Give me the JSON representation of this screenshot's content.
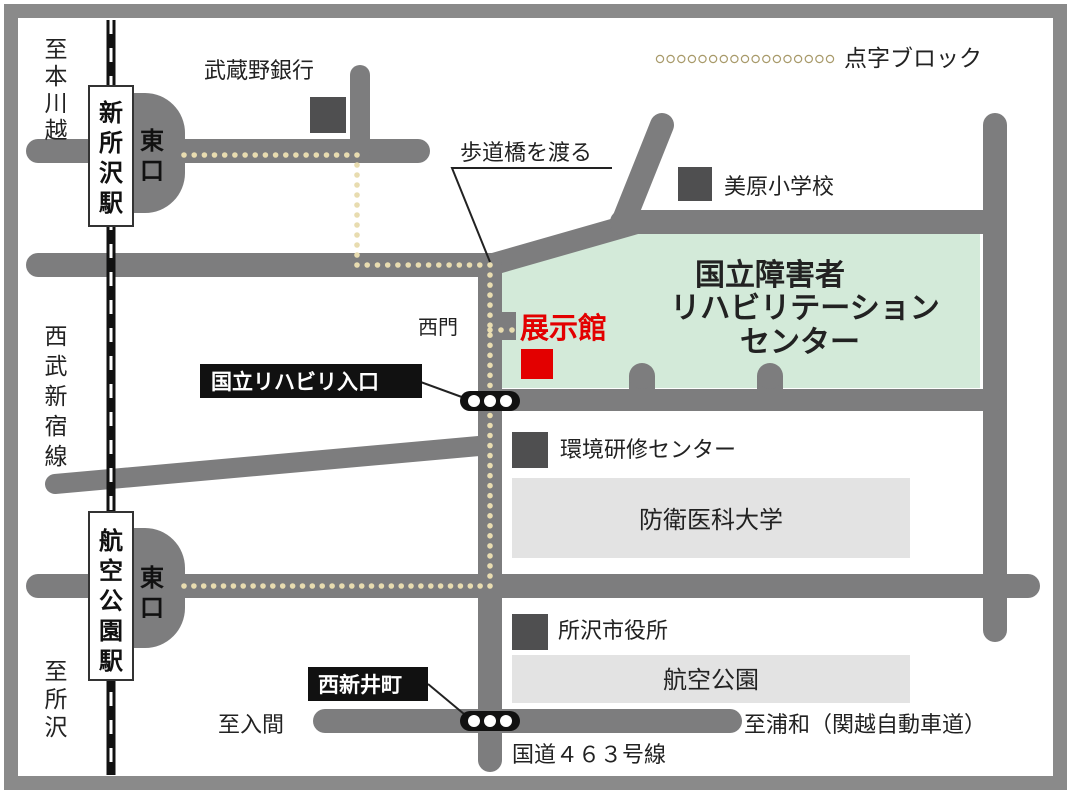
{
  "colors": {
    "frame": "#8a8a8a",
    "road": "#7d7d7e",
    "center_fill": "#d3ead9",
    "building": "#4f4f50",
    "campus": "#e3e3e3",
    "braille": "#e8dcb0",
    "highlight": "#e30000",
    "signal_plate": "#111111"
  },
  "legend": {
    "label": "点字ブロック"
  },
  "railway": {
    "north_destination": "至本川越",
    "south_destination": "至所沢",
    "line_name": "西武新宿線"
  },
  "stations": [
    {
      "name": "新所沢駅",
      "exit": "東口"
    },
    {
      "name": "航空公園駅",
      "exit": "東口"
    }
  ],
  "landmarks": {
    "bank": "武蔵野銀行",
    "footbridge": "歩道橋を渡る",
    "school": "美原小学校",
    "west_gate": "西門",
    "training_center": "環境研修センター",
    "defense_university": "防衛医科大学",
    "city_hall": "所沢市役所",
    "park": "航空公園"
  },
  "center": {
    "line1": "国立障害者",
    "line2": "リハビリテーション",
    "line3": "センター"
  },
  "exhibit": {
    "label": "展示館"
  },
  "signals": [
    {
      "label": "国立リハビリ入口"
    },
    {
      "label": "西新井町"
    }
  ],
  "roads": {
    "to_iruma": "至入間",
    "to_urawa": "至浦和（関越自動車道）",
    "route": "国道４６３号線"
  }
}
